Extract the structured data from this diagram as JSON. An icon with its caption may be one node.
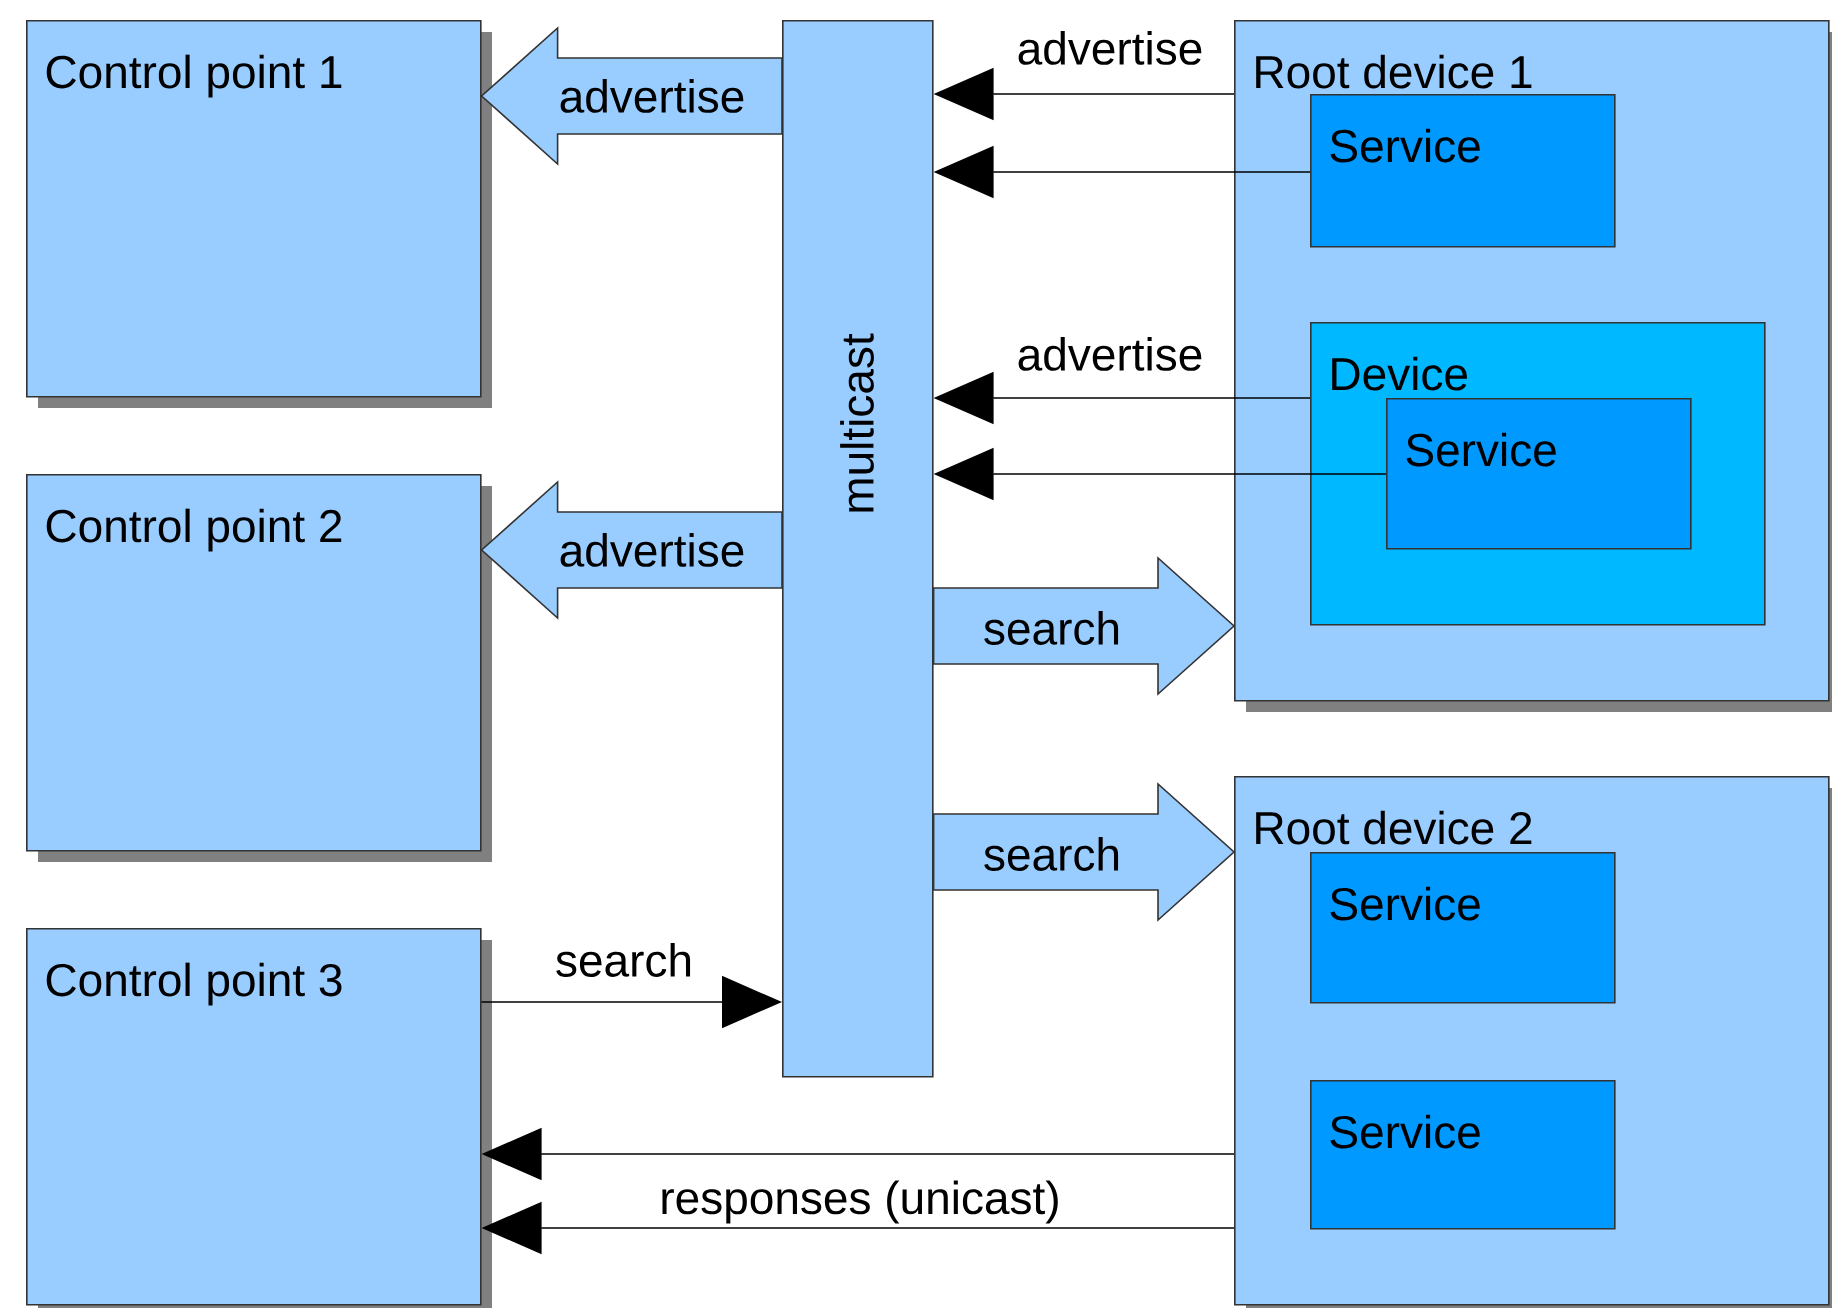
{
  "diagram": {
    "nodes": [
      {
        "text": [
          "Control point 1"
        ]
      },
      {
        "text": [
          "Control point 2"
        ]
      },
      {
        "text": [
          "Control point 3"
        ]
      },
      {
        "text": [
          "multicast"
        ]
      },
      {
        "text": [
          "Root device 1"
        ]
      },
      {
        "text": [
          "Service"
        ],
        "in": 4
      },
      {
        "text": [
          "Device"
        ],
        "in": 4
      },
      {
        "text": [
          "Service"
        ],
        "in": 6
      },
      {
        "text": [
          "Root device 2"
        ]
      },
      {
        "text": [
          "Service"
        ],
        "in": 8
      },
      {
        "text": [
          "Service"
        ],
        "in": 8
      }
    ],
    "edges": [
      {
        "from": 3,
        "to": 0,
        "arrow": "to",
        "label": "advertise",
        "style": "thick"
      },
      {
        "from": 3,
        "to": 1,
        "arrow": "to",
        "label": "advertise",
        "style": "thick"
      },
      {
        "from": 4,
        "to": 3,
        "arrow": "to",
        "label": "advertise"
      },
      {
        "from": 5,
        "to": 3,
        "arrow": "to"
      },
      {
        "from": 6,
        "to": 3,
        "arrow": "to",
        "label": "advertise"
      },
      {
        "from": 7,
        "to": 3,
        "arrow": "to"
      },
      {
        "from": 3,
        "to": 4,
        "arrow": "to",
        "label": "search",
        "style": "thick"
      },
      {
        "from": 3,
        "to": 8,
        "arrow": "to",
        "label": "search",
        "style": "thick"
      },
      {
        "from": 2,
        "to": 3,
        "arrow": "to",
        "label": "search"
      },
      {
        "from": 8,
        "to": 2,
        "arrow": "to"
      },
      {
        "from": 8,
        "to": 2,
        "arrow": "to",
        "label": "responses (unicast)"
      }
    ]
  }
}
